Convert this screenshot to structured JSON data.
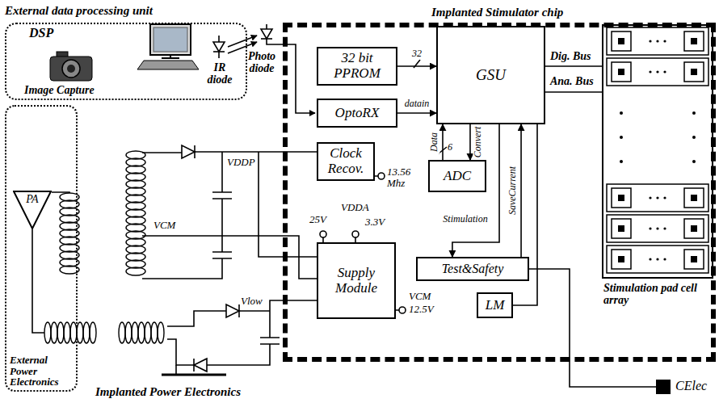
{
  "diagram": {
    "nodes": [
      {
        "text": [
          "External data processing unit"
        ]
      },
      {
        "text": [
          "Implanted Stimulator chip"
        ]
      },
      {
        "text": [
          "32 bit PPROM"
        ],
        "in": 1
      },
      {
        "text": [
          "OptoRX"
        ],
        "in": 1
      },
      {
        "text": [
          "GSU"
        ],
        "in": 1
      },
      {
        "text": [
          "Clock Recov."
        ],
        "in": 1
      },
      {
        "text": [
          "ADC"
        ],
        "in": 1
      },
      {
        "text": [
          "Supply Module"
        ],
        "in": 1
      },
      {
        "text": [
          "Test&Safety"
        ],
        "in": 1
      },
      {
        "text": [
          "LM"
        ],
        "in": 1
      },
      {
        "text": [
          "Stimulation pad cell array"
        ],
        "in": 1
      },
      {
        "text": [
          "External Power Electronics"
        ]
      },
      {
        "text": [
          "PA"
        ],
        "in": 11
      },
      {
        "text": [
          "CElec"
        ]
      }
    ],
    "edges": [
      {
        "from": 2,
        "to": 4,
        "arrow": "to",
        "label": "32"
      },
      {
        "from": 3,
        "to": 4,
        "arrow": "to",
        "label": "datain"
      },
      {
        "from": 6,
        "to": 4,
        "arrow": "to",
        "label": "Data"
      },
      {
        "from": 4,
        "to": 6,
        "arrow": "to",
        "label": "Convert"
      },
      {
        "from": 4,
        "to": 8,
        "arrow": "to",
        "label": "Stimulation"
      },
      {
        "from": 8,
        "to": 4,
        "arrow": "to",
        "label": "SaveCurrent"
      },
      {
        "from": 4,
        "to": 10,
        "arrow": "none"
      },
      {
        "from": 4,
        "to": 10,
        "arrow": "none"
      },
      {
        "from": 9,
        "to": 4,
        "arrow": "none"
      },
      {
        "from": 8,
        "to": 13,
        "arrow": "none"
      }
    ],
    "labels": [
      "DSP",
      "Image Capture",
      "IR diode",
      "Photo diode",
      "6",
      "13.56 Mhz",
      "VDDP",
      "VCM",
      "25V",
      "VDDA",
      "3.3V",
      "VCM",
      "12.5V",
      "Vlow",
      "Dig. Bus",
      "Ana. Bus",
      "Implanted Power Electronics"
    ]
  }
}
